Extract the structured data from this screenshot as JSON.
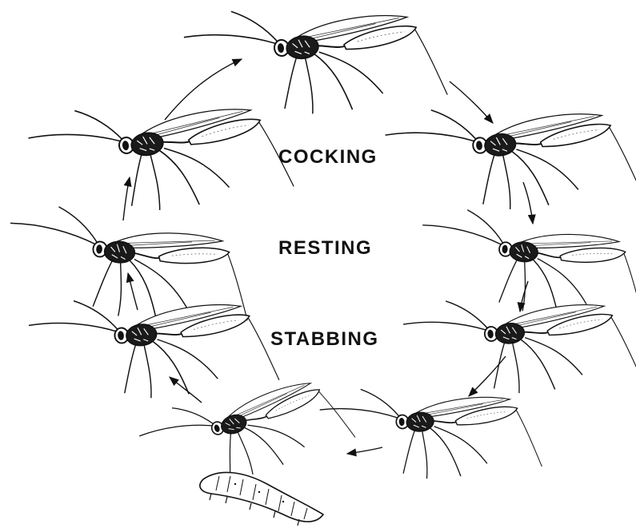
{
  "labels": {
    "cocking": "COCKING",
    "resting": "RESTING",
    "stabbing": "STABBING"
  },
  "colors": {
    "ink": "#111111",
    "background": "#ffffff"
  }
}
